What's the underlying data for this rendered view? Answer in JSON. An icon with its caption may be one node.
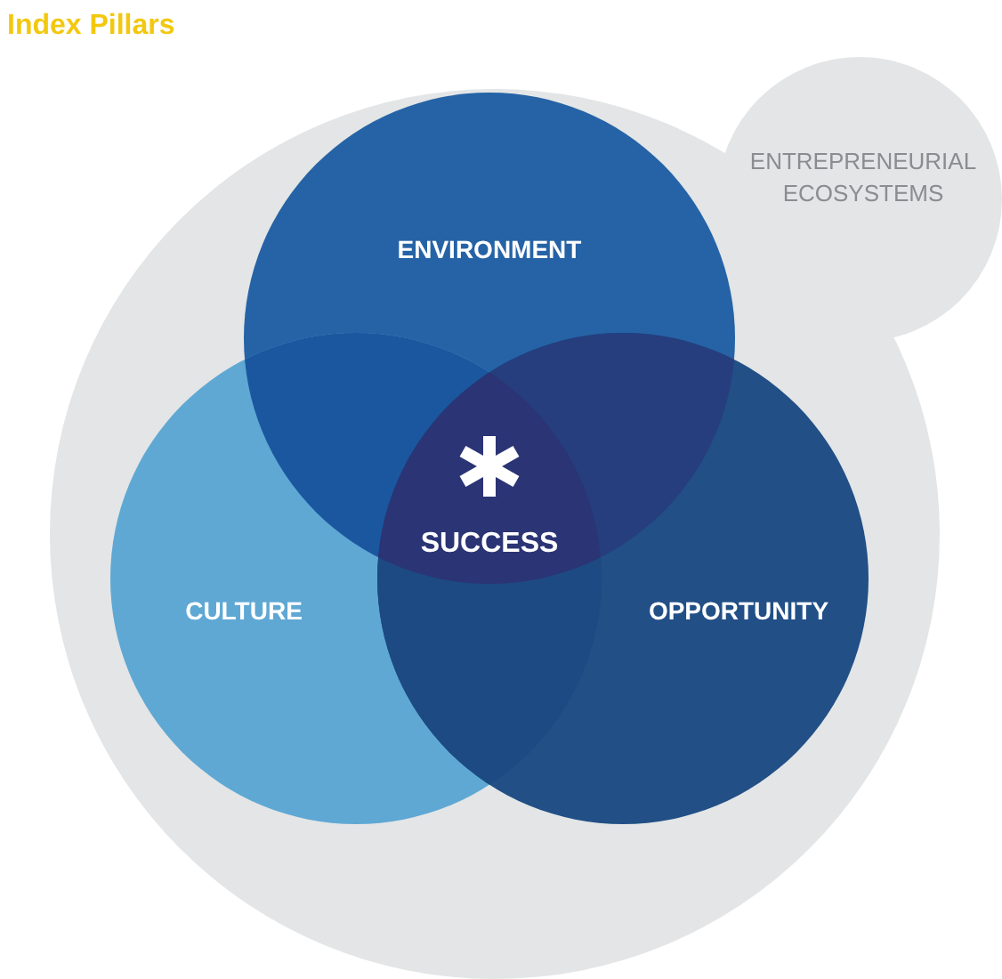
{
  "diagram": {
    "title": "Index Pillars",
    "nodes": [
      {
        "text": [
          "ENTREPRENEURIAL ECOSYSTEMS"
        ]
      },
      {
        "text": [
          "ENVIRONMENT"
        ],
        "in": 0
      },
      {
        "text": [
          "CULTURE"
        ],
        "in": 0
      },
      {
        "text": [
          "OPPORTUNITY"
        ],
        "in": 0
      },
      {
        "text": [
          "SUCCESS"
        ],
        "in": 0
      }
    ]
  }
}
